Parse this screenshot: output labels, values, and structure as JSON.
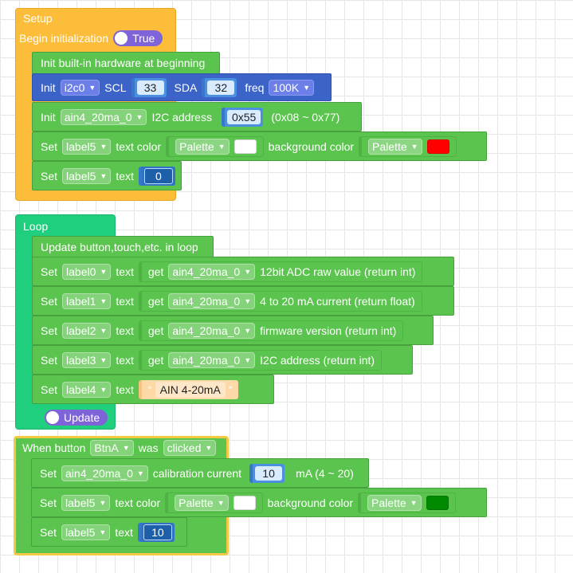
{
  "setup": {
    "title": "Setup",
    "begin_label": "Begin initialization",
    "toggle_value": "True",
    "init_hw_label": "Init built-in hardware at beginning",
    "i2c_row": {
      "init": "Init",
      "port": "i2c0",
      "scl_label": "SCL",
      "scl_value": "33",
      "sda_label": "SDA",
      "sda_value": "32",
      "freq_label": "freq",
      "freq_value": "100K"
    },
    "ain_row": {
      "init": "Init",
      "device": "ain4_20ma_0",
      "addr_label": "I2C address",
      "addr_value": "0x55",
      "range": "(0x08 ~ 0x77)"
    },
    "color_row": {
      "set": "Set",
      "target": "label5",
      "text_color_label": "text color",
      "text_palette": "Palette",
      "bg_label": "background color",
      "bg_palette": "Palette"
    },
    "text_row": {
      "set": "Set",
      "target": "label5",
      "text_label": "text",
      "value": "0"
    }
  },
  "loop": {
    "title": "Loop",
    "update_label": "Update button,touch,etc. in loop",
    "rows": [
      {
        "set": "Set",
        "target": "label0",
        "text_label": "text",
        "get": "get",
        "device": "ain4_20ma_0",
        "desc": "12bit ADC raw value (return int)"
      },
      {
        "set": "Set",
        "target": "label1",
        "text_label": "text",
        "get": "get",
        "device": "ain4_20ma_0",
        "desc": "4 to 20 mA current (return float)"
      },
      {
        "set": "Set",
        "target": "label2",
        "text_label": "text",
        "get": "get",
        "device": "ain4_20ma_0",
        "desc": "firmware version (return int)"
      },
      {
        "set": "Set",
        "target": "label3",
        "text_label": "text",
        "get": "get",
        "device": "ain4_20ma_0",
        "desc": "I2C address (return int)"
      }
    ],
    "label4_row": {
      "set": "Set",
      "target": "label4",
      "text_label": "text",
      "value": "AIN 4-20mA"
    },
    "update_toggle": "Update"
  },
  "button_event": {
    "when": "When button",
    "button": "BtnA",
    "was": "was",
    "state": "clicked",
    "cal_row": {
      "set": "Set",
      "device": "ain4_20ma_0",
      "label": "calibration current",
      "value": "10",
      "unit": "mA (4 ~ 20)"
    },
    "color_row": {
      "set": "Set",
      "target": "label5",
      "text_color_label": "text color",
      "text_palette": "Palette",
      "bg_label": "background color",
      "bg_palette": "Palette"
    },
    "text_row": {
      "set": "Set",
      "target": "label5",
      "text_label": "text",
      "value": "10"
    }
  },
  "colors": {
    "setup_hat": "#fbbd3a",
    "loop_hat": "#1fcf7d",
    "i2c_row": "#3c64c8",
    "green_block": "#5bc44e",
    "swatch_white": "#ffffff",
    "swatch_red": "#ff0000",
    "swatch_green": "#008a00",
    "event_border": "#f5c842"
  }
}
